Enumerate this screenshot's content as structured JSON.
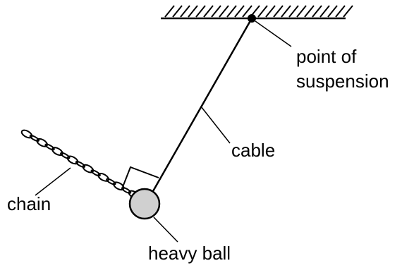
{
  "labels": {
    "suspension_line1": "point of",
    "suspension_line2": "suspension",
    "cable": "cable",
    "chain": "chain",
    "ball": "heavy ball"
  },
  "colors": {
    "ink": "#000000",
    "ball_fill": "#d0d0d0"
  }
}
